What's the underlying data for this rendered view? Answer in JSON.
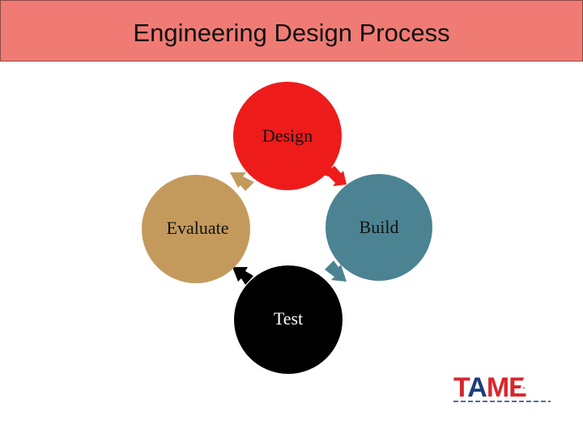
{
  "header": {
    "title": "Engineering Design Process"
  },
  "diagram": {
    "nodes": [
      {
        "label": "Design",
        "color": "#ee1b1b"
      },
      {
        "label": "Build",
        "color": "#4c8392"
      },
      {
        "label": "Test",
        "color": "#000000"
      },
      {
        "label": "Evaluate",
        "color": "#c39a5c"
      }
    ],
    "arrow_colors": [
      "#ee1b1b",
      "#4c8392",
      "#000000",
      "#c39a5c"
    ]
  },
  "logo": {
    "text": "TAME",
    "colors": {
      "red": "#d7262c",
      "blue": "#1e3c7c"
    }
  }
}
